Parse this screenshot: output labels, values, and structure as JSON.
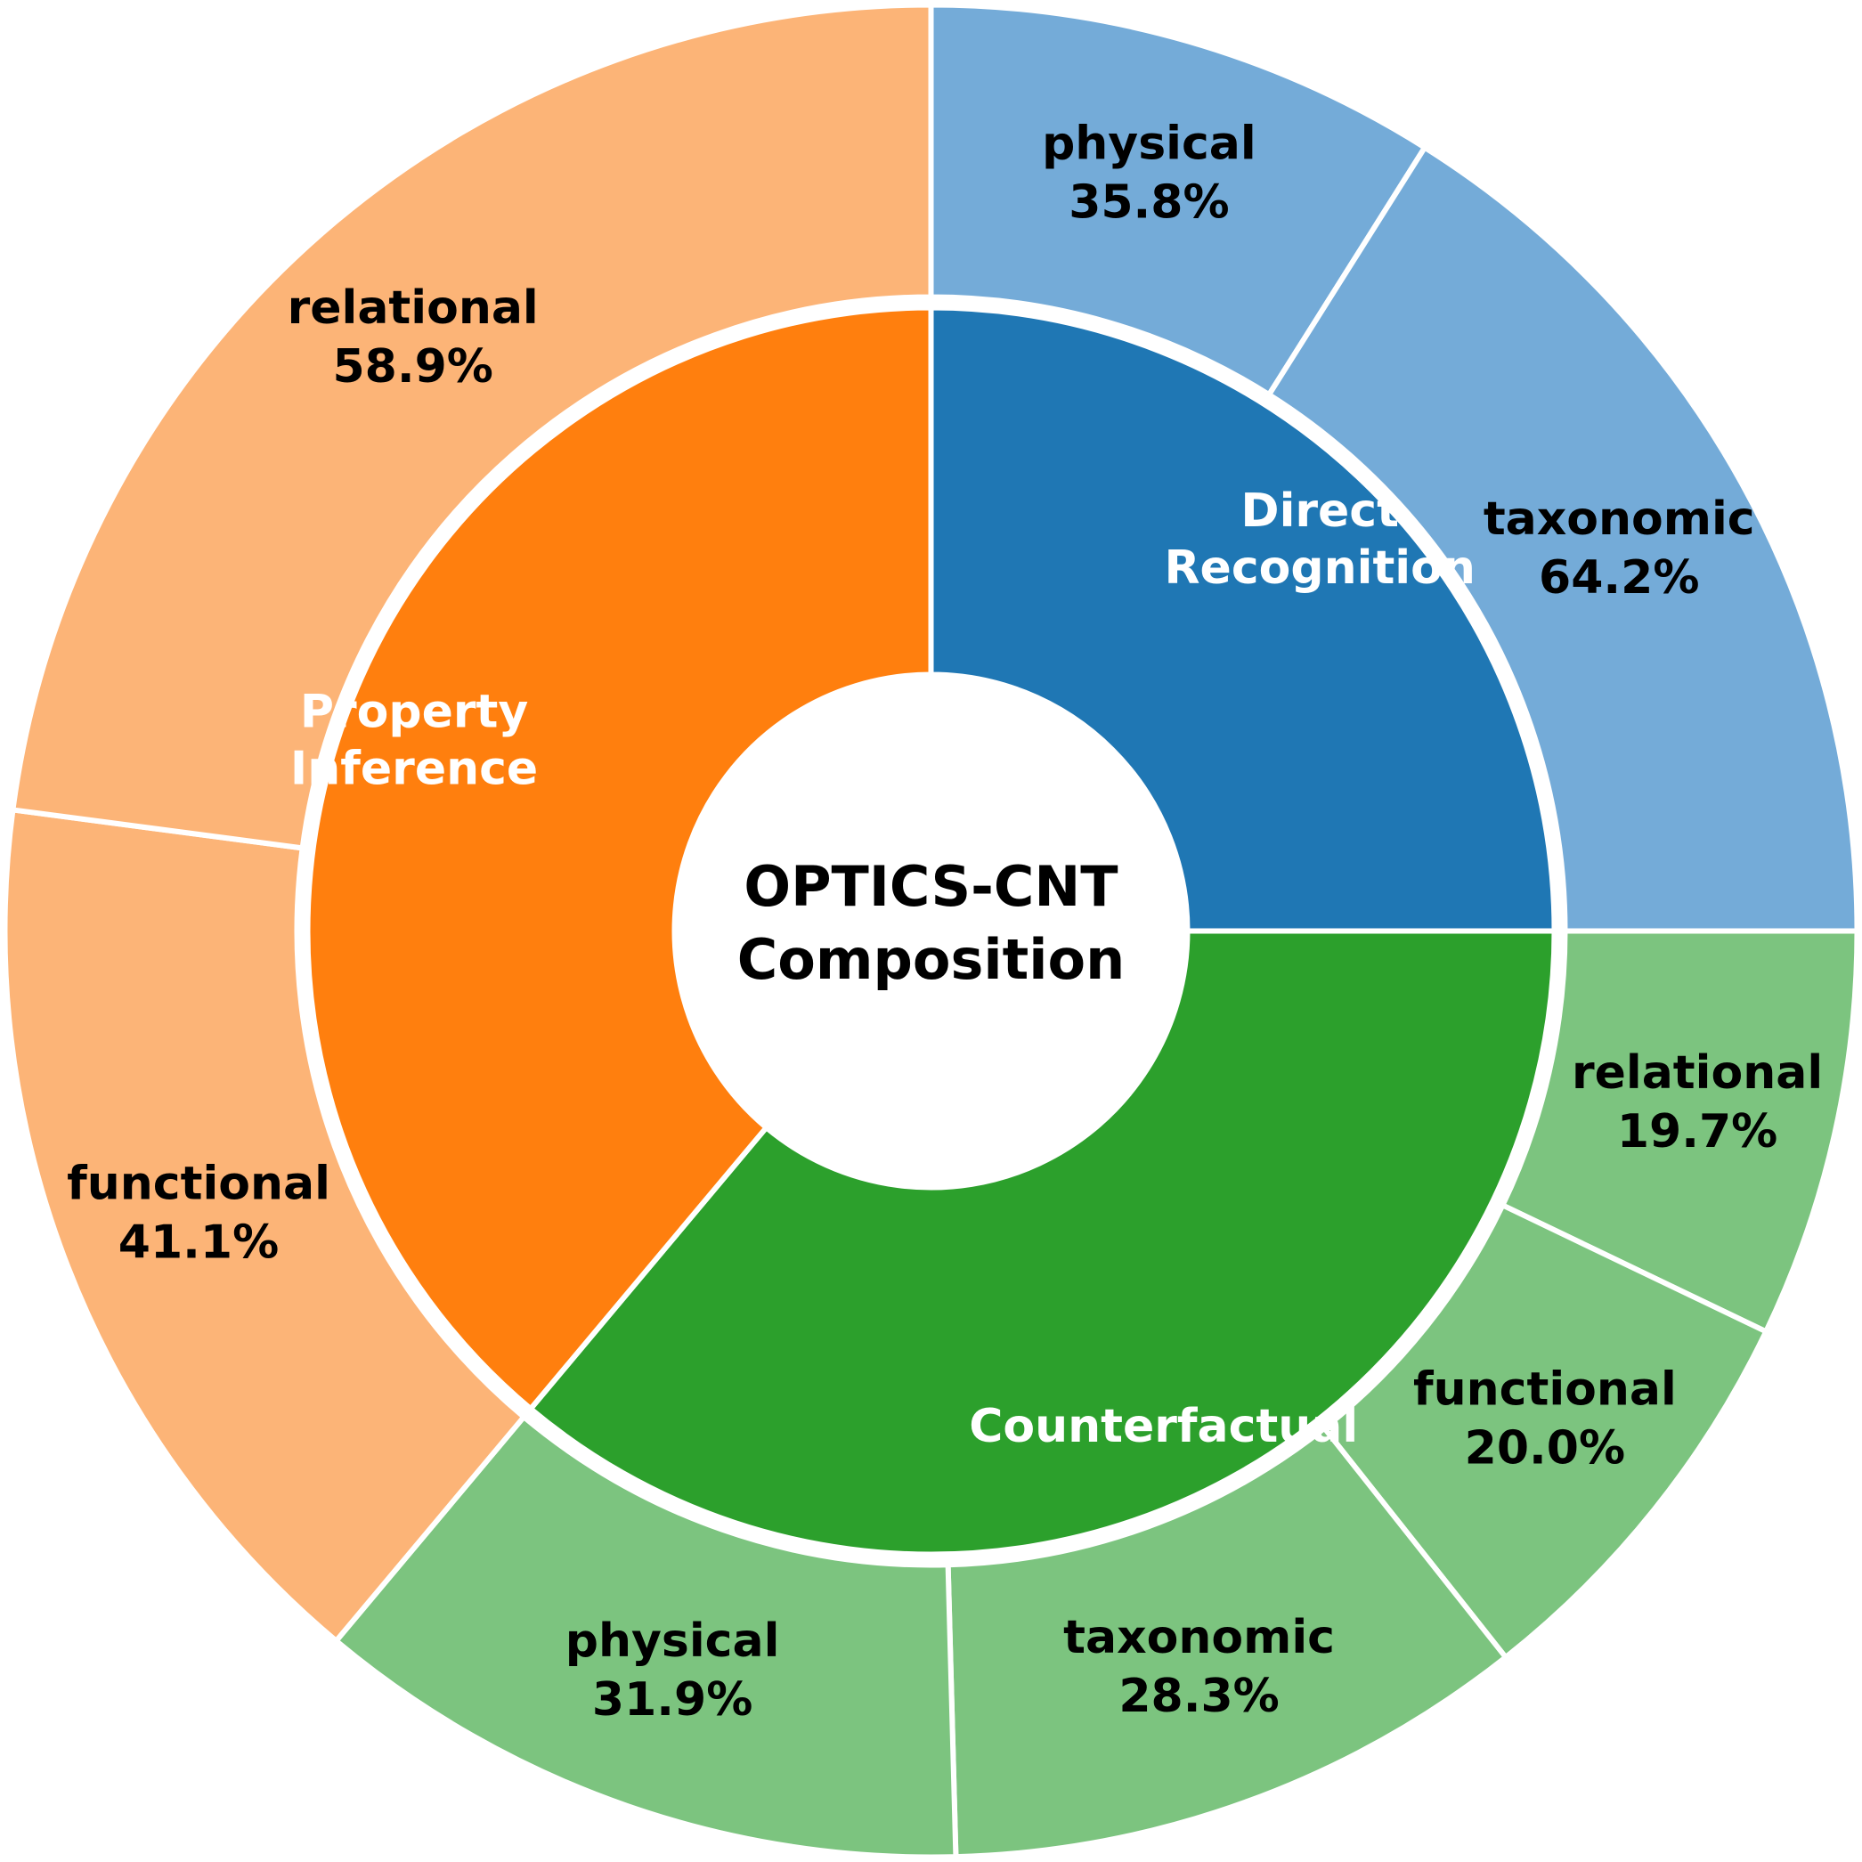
{
  "center": {
    "line1": "OPTICS-CNT",
    "line2": "Composition"
  },
  "colors": {
    "background": "#ffffff",
    "divider": "#ffffff",
    "inner_blue": "#1f77b4",
    "inner_orange": "#ff7f0e",
    "inner_green": "#2ca02c",
    "outer_blue": "#74abd8",
    "outer_orange": "#fcb477",
    "outer_green": "#7cc47f",
    "label_dark": "#000000",
    "label_light": "#ffffff"
  },
  "chart_data": {
    "type": "pie",
    "title": "OPTICS-CNT Composition",
    "subtitle": "",
    "variant": "nested-donut-sunburst",
    "start_angle_deg": 90,
    "direction": "clockwise",
    "legend": "none",
    "grid": false,
    "inner_ring": {
      "label_position": "inside",
      "segments": [
        {
          "label": "Direct Recognition",
          "label_line1": "Direct",
          "label_line2": "Recognition",
          "value": 25.0,
          "color": "#1f77b4",
          "text_color": "#ffffff",
          "start_deg": 90,
          "end_deg": 0
        },
        {
          "label": "Counterfactual",
          "label_line1": "Counterfactual",
          "label_line2": "",
          "value": 36.1,
          "color": "#2ca02c",
          "text_color": "#ffffff",
          "start_deg": 0,
          "end_deg": -130
        },
        {
          "label": "Property Inference",
          "label_line1": "Property",
          "label_line2": "Inference",
          "value": 38.9,
          "color": "#ff7f0e",
          "text_color": "#ffffff",
          "start_deg": -130,
          "end_deg": -270
        }
      ]
    },
    "outer_ring": {
      "label_position": "inside",
      "segments": [
        {
          "parent": "Direct Recognition",
          "label": "physical",
          "pct_text": "35.8%",
          "value": 35.8,
          "color": "#74abd8",
          "text_color": "#000000"
        },
        {
          "parent": "Direct Recognition",
          "label": "taxonomic",
          "pct_text": "64.2%",
          "value": 64.2,
          "color": "#74abd8",
          "text_color": "#000000"
        },
        {
          "parent": "Counterfactual",
          "label": "relational",
          "pct_text": "19.7%",
          "value": 19.7,
          "color": "#7cc47f",
          "text_color": "#000000"
        },
        {
          "parent": "Counterfactual",
          "label": "functional",
          "pct_text": "20.0%",
          "value": 20.0,
          "color": "#7cc47f",
          "text_color": "#000000"
        },
        {
          "parent": "Counterfactual",
          "label": "taxonomic",
          "pct_text": "28.3%",
          "value": 28.3,
          "color": "#7cc47f",
          "text_color": "#000000"
        },
        {
          "parent": "Counterfactual",
          "label": "physical",
          "pct_text": "31.9%",
          "value": 31.9,
          "color": "#7cc47f",
          "text_color": "#000000"
        },
        {
          "parent": "Property Inference",
          "label": "functional",
          "pct_text": "41.1%",
          "value": 41.1,
          "color": "#fcb477",
          "text_color": "#000000"
        },
        {
          "parent": "Property Inference",
          "label": "relational",
          "pct_text": "58.9%",
          "value": 58.9,
          "color": "#fcb477",
          "text_color": "#000000"
        }
      ]
    }
  }
}
